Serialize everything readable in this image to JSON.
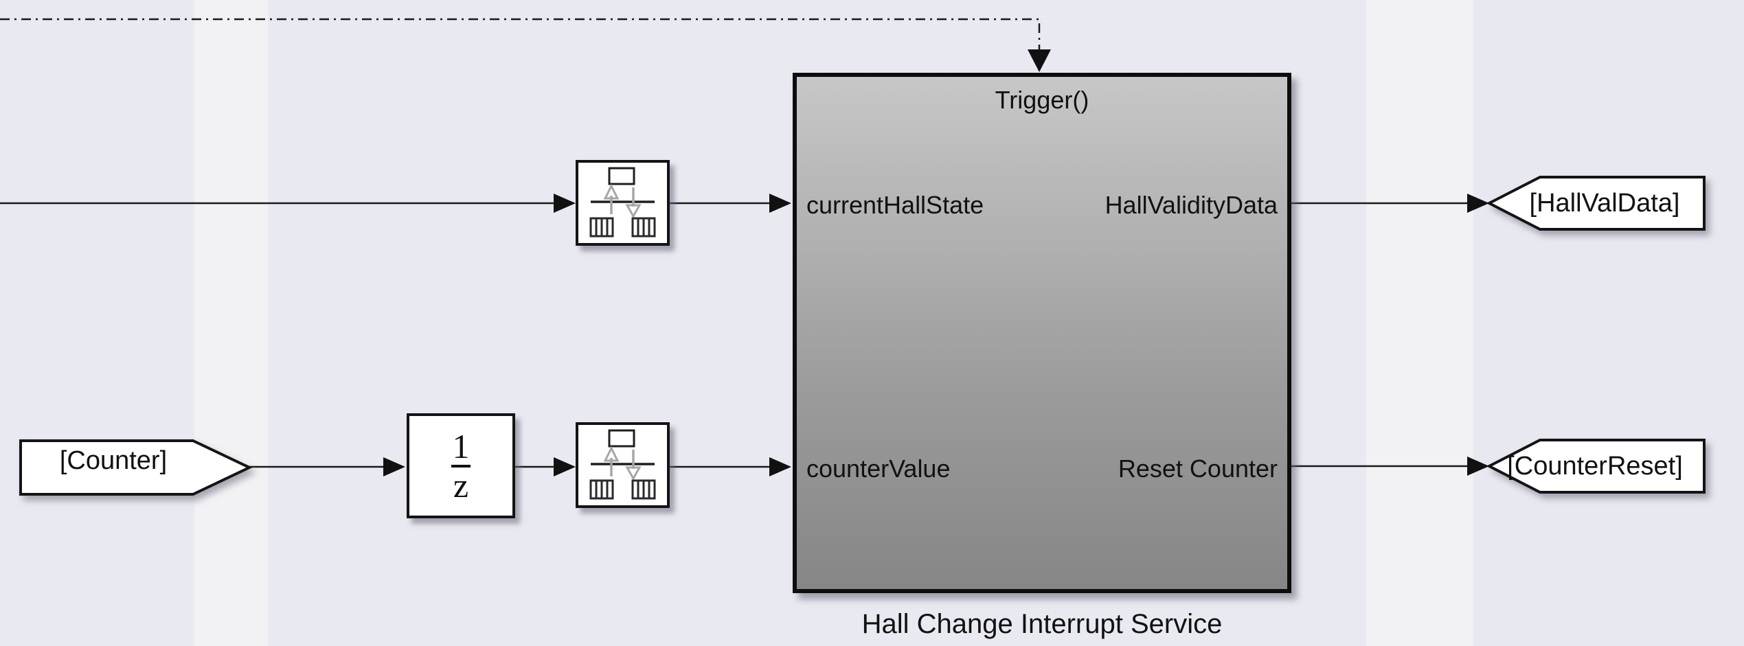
{
  "diagram": {
    "subsystem": {
      "trigger_label": "Trigger()",
      "caption": "Hall Change Interrupt Service",
      "input_ports": [
        {
          "label": "currentHallState"
        },
        {
          "label": "counterValue"
        }
      ],
      "output_ports": [
        {
          "label": "HallValidityData"
        },
        {
          "label": "Reset Counter"
        }
      ]
    },
    "from_tag": {
      "label": "[Counter]"
    },
    "unit_delay": {
      "numerator": "1",
      "denominator": "z"
    },
    "goto_tags": [
      {
        "label": "[HallValData]"
      },
      {
        "label": "[CounterReset]"
      }
    ],
    "colors": {
      "background": "#e9e9f1",
      "background_stripe": "#f2f2f4",
      "block_fill": "#ffffff",
      "subsystem_gradient_top": "#c7c7c7",
      "subsystem_gradient_bottom": "#868686",
      "line": "#1a1a1a"
    }
  }
}
